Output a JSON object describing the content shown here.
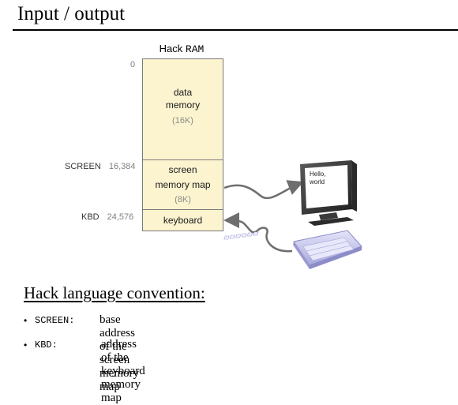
{
  "title": "Input / output",
  "ram": {
    "title_prefix": "Hack",
    "title_suffix": "RAM",
    "base_address": "0",
    "blocks": {
      "data": {
        "line1": "data",
        "line2": "memory",
        "size": "(16K)"
      },
      "screen": {
        "line1": "screen",
        "line2": "memory map",
        "size": "(8K)"
      },
      "keyboard": {
        "line1": "keyboard"
      }
    },
    "symbols": {
      "screen": {
        "name": "SCREEN",
        "address": "16,384"
      },
      "kbd": {
        "name": "KBD",
        "address": "24,576"
      }
    }
  },
  "monitor": {
    "text_line1": "Hello,",
    "text_line2": "world"
  },
  "convention": {
    "heading": "Hack language convention:",
    "items": [
      {
        "bullet": "•",
        "key": "SCREEN:",
        "desc": "base address of the screen memory map"
      },
      {
        "bullet": "•",
        "key": "KBD:",
        "desc": "address of the keyboard memory map"
      }
    ]
  },
  "colors": {
    "memory_fill": "#fcf3cf",
    "arrow": "#6e6e6e",
    "keyboard_body": "#c9c9ef",
    "monitor_screen": "#ffffff"
  },
  "icons": [
    "monitor-icon",
    "keyboard-icon"
  ]
}
